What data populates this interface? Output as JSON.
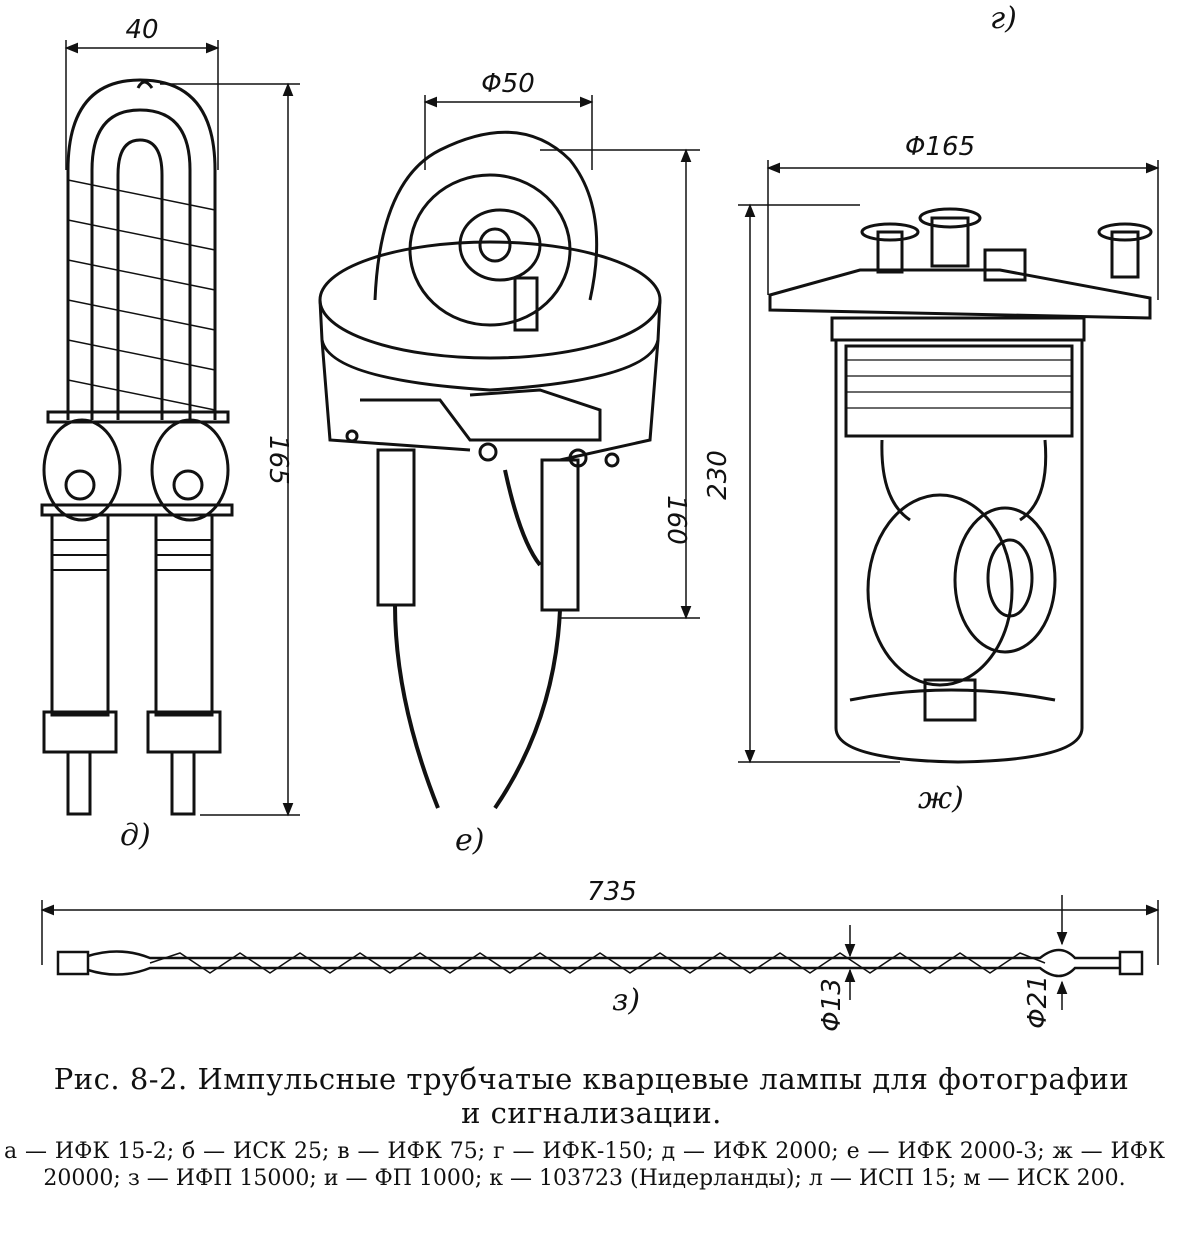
{
  "figure": {
    "panels": [
      {
        "label": "д)",
        "dims": [
          "40",
          "165"
        ]
      },
      {
        "label": "е)",
        "dims": [
          "Φ50",
          "160"
        ]
      },
      {
        "label": "ж)",
        "dims": [
          "Φ165",
          "230"
        ]
      },
      {
        "label": "з)",
        "dims": [
          "735",
          "Φ13",
          "Φ21"
        ]
      }
    ],
    "top_labels": [
      "г)"
    ]
  },
  "caption": {
    "title_line1": "Рис. 8-2. Импульсные трубчатые кварцевые лампы для фотографии",
    "title_line2": "и сигнализации.",
    "legend": "а — ИФК 15-2; б — ИСК 25; в — ИФК 75; г — ИФК-150; д — ИФК 2000; е — ИФК 2000-3; ж — ИФК 20000; з — ИФП 15000; и — ФП 1000; к — 103723 (Нидерланды); л — ИСП 15; м — ИСК 200."
  }
}
